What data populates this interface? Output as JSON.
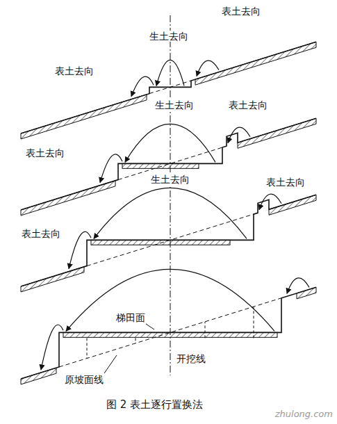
{
  "diagram": {
    "caption": "图 2  表土逐行置换法",
    "labels": [
      "表土去向",
      "生土去向",
      "表土去向",
      "生土去向",
      "表土去向",
      "表土去向",
      "生土去向",
      "表土去向",
      "表土去向",
      "梯田面",
      "原坡面线",
      "开挖线",
      "zhulong.com"
    ]
  }
}
